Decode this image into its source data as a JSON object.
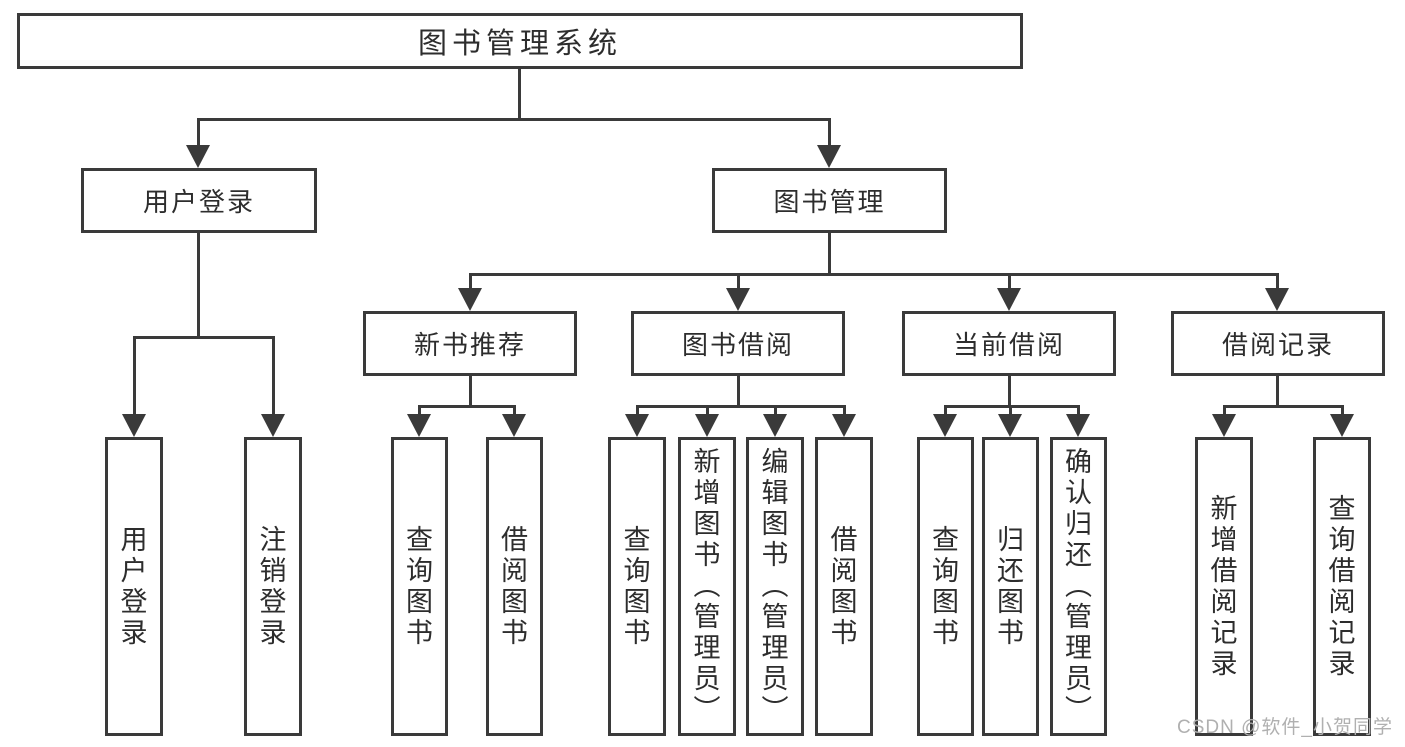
{
  "diagram": {
    "title": "图书管理系统",
    "level2": [
      {
        "label": "用户登录"
      },
      {
        "label": "图书管理"
      }
    ],
    "user_login_children": [
      {
        "label": "用户登录"
      },
      {
        "label": "注销登录"
      }
    ],
    "book_mgmt_groups": [
      {
        "label": "新书推荐",
        "children": [
          {
            "label": "查询图书"
          },
          {
            "label": "借阅图书"
          }
        ]
      },
      {
        "label": "图书借阅",
        "children": [
          {
            "label": "查询图书"
          },
          {
            "label": "新增图书（管理员）"
          },
          {
            "label": "编辑图书（管理员）"
          },
          {
            "label": "借阅图书"
          }
        ]
      },
      {
        "label": "当前借阅",
        "children": [
          {
            "label": "查询图书"
          },
          {
            "label": "归还图书"
          },
          {
            "label": "确认归还（管理员）"
          }
        ]
      },
      {
        "label": "借阅记录",
        "children": [
          {
            "label": "新增借阅记录"
          },
          {
            "label": "查询借阅记录"
          }
        ]
      }
    ],
    "watermark": "CSDN @软件_小贺同学",
    "colors": {
      "line": "#3a3a3a",
      "text": "#2d2d2d",
      "box_fill": "#ffffff",
      "background": "#ffffff",
      "watermark": "#b0b0b0"
    }
  }
}
